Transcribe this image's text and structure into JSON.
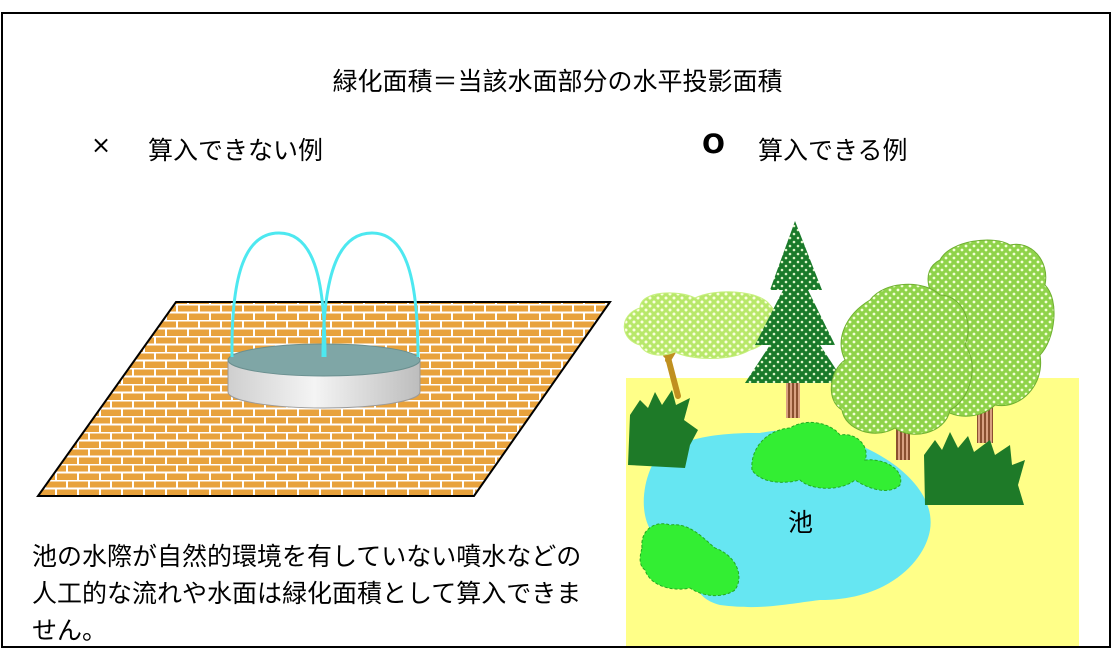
{
  "title": "緑化面積＝当該水面部分の水平投影面積",
  "not_counted": {
    "mark": "×",
    "label": "算入できない例"
  },
  "counted": {
    "mark": "O",
    "label": "算入できる例"
  },
  "caption": "池の水際が自然的環境を有していない噴水などの人工的な流れや水面は緑化面積として算入できません。",
  "pond_label": "池",
  "colors": {
    "brick": "#e8a23c",
    "mortar": "#ffffff",
    "fountain_water": "#4de8f0",
    "basin_top": "#7fa6a6",
    "pond": "#66e6f2",
    "ground": "#ffff88",
    "tree_dark": "#1a7a2a",
    "tree_light": "#8fd34a",
    "bush_bright": "#33ee33",
    "trunk": "#a07050"
  }
}
